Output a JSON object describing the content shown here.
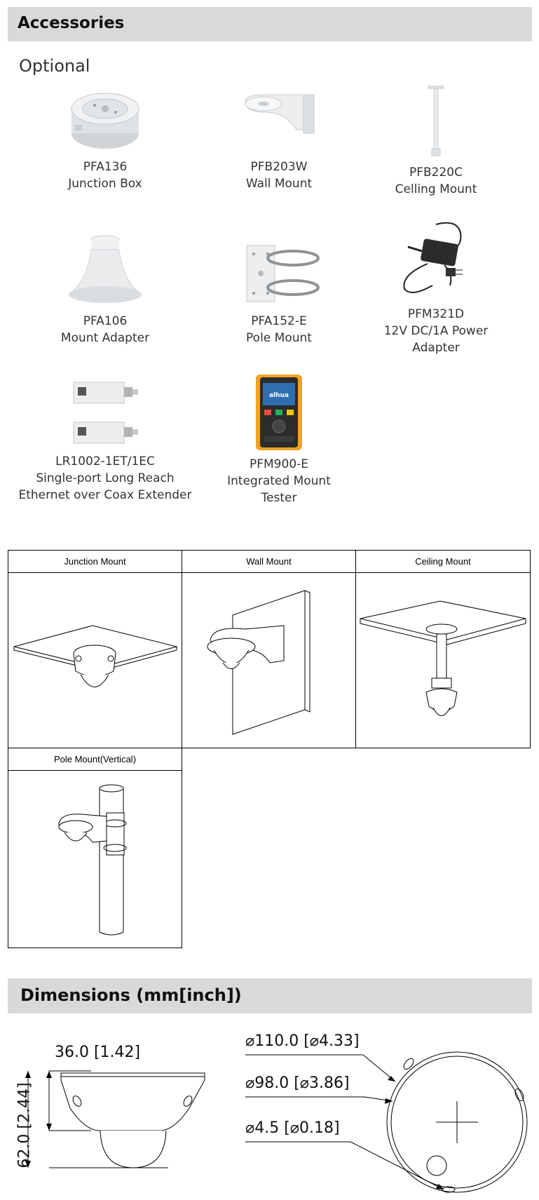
{
  "accessories_title": "Accessories",
  "optional_label": "Optional",
  "accessories": [
    {
      "model": "PFA136",
      "desc": [
        "Junction Box"
      ],
      "icon": "junction-box-icon"
    },
    {
      "model": "PFB203W",
      "desc": [
        "Wall Mount"
      ],
      "icon": "wall-mount-icon"
    },
    {
      "model": "PFB220C",
      "desc": [
        "Celling Mount"
      ],
      "icon": "ceiling-mount-icon"
    },
    {
      "model": "PFA106",
      "desc": [
        "Mount Adapter"
      ],
      "icon": "mount-adapter-icon"
    },
    {
      "model": "PFA152-E",
      "desc": [
        "Pole Mount"
      ],
      "icon": "pole-mount-icon"
    },
    {
      "model": "PFM321D",
      "desc": [
        "12V DC/1A Power",
        "Adapter"
      ],
      "icon": "power-adapter-icon"
    },
    {
      "model": "LR1002-1ET/1EC",
      "desc": [
        "Single-port Long Reach",
        "Ethernet over Coax Extender"
      ],
      "icon": "coax-extender-icon"
    },
    {
      "model": "PFM900-E",
      "desc": [
        "Integrated Mount",
        "Tester"
      ],
      "icon": "mount-tester-icon"
    }
  ],
  "tester_brand": "alhua",
  "mounts": [
    {
      "label": "Junction Mount"
    },
    {
      "label": "Wall Mount"
    },
    {
      "label": "Ceiling Mount"
    },
    {
      "label": "Pole Mount(Vertical)"
    }
  ],
  "dimensions_title": "Dimensions (mm[inch])",
  "dimensions": {
    "width": "36.0 [1.42]",
    "height": "62.0 [2.44]",
    "outer_diameter": "⌀110.0 [⌀4.33]",
    "inner_diameter": "⌀98.0 [⌀3.86]",
    "hole_diameter": "⌀4.5 [⌀0.18]"
  }
}
